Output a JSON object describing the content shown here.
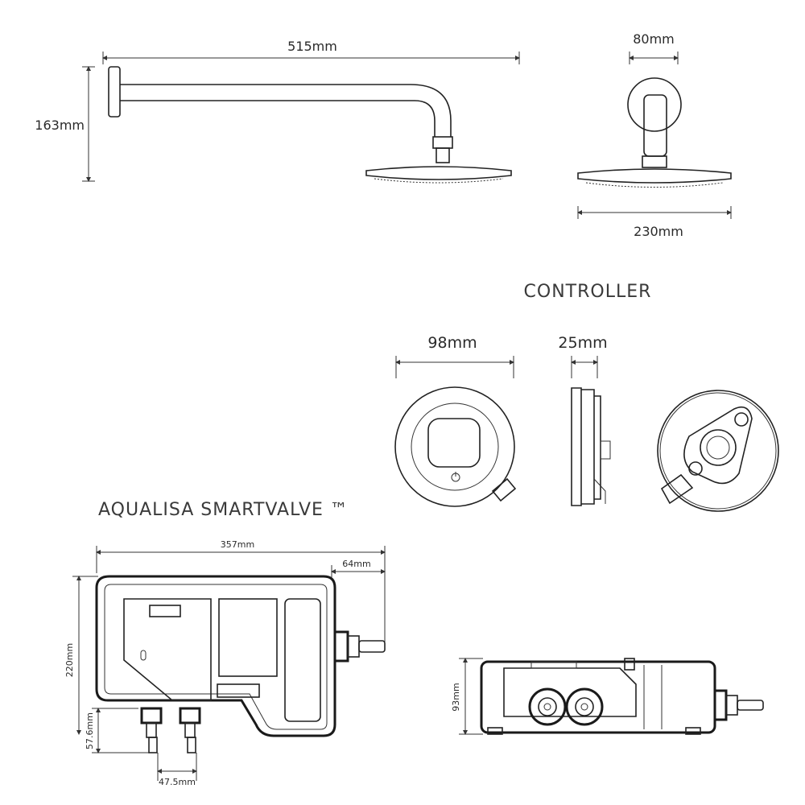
{
  "headings": {
    "controller": "CONTROLLER",
    "smartvalve": "AQUALISA SMARTVALVE  ™"
  },
  "dimensions": {
    "arm_length": "515mm",
    "arm_height": "163mm",
    "head_depth": "80mm",
    "head_diameter": "230mm",
    "controller_width": "98mm",
    "controller_depth": "25mm",
    "valve_width": "357mm",
    "valve_outlet": "64mm",
    "valve_height": "220mm",
    "valve_inlet_height": "57.6mm",
    "valve_inlet_spacing": "47.5mm",
    "valve_depth": "93mm"
  }
}
